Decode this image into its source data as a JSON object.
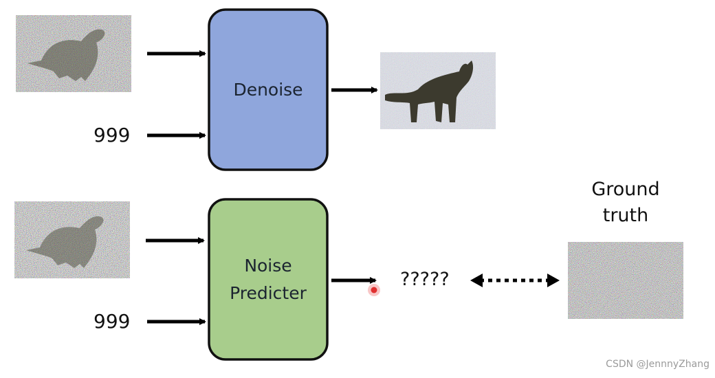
{
  "top": {
    "timestep_label": "999",
    "block_label": "Denoise",
    "block_color": "#8fa6dc",
    "block_border": "#111111"
  },
  "bottom": {
    "timestep_label": "999",
    "block_label_line1": "Noise",
    "block_label_line2": "Predicter",
    "block_color": "#a8cd8c",
    "block_border": "#111111",
    "output_label": "?????",
    "ground_truth_line1": "Ground",
    "ground_truth_line2": "truth"
  },
  "images": {
    "noisy_cat_input": "noisy-cat-image",
    "denoised_cat_output": "less-noisy-cat-image",
    "pure_noise_ground_truth": "noise-image"
  },
  "watermark": "CSDN @JennnyZhang"
}
